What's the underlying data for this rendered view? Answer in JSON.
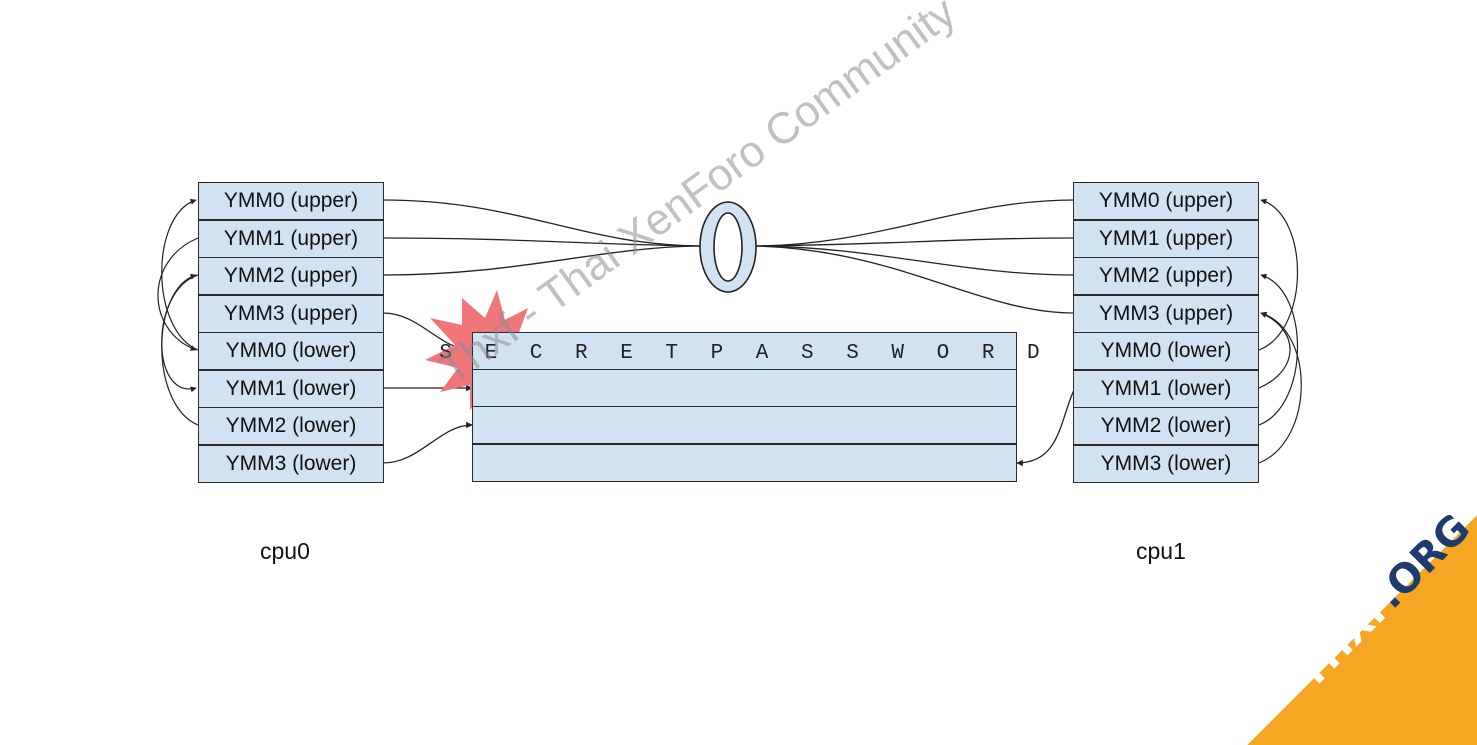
{
  "cpu0": {
    "label": "cpu0",
    "registers": [
      "YMM0 (upper)",
      "YMM1 (upper)",
      "YMM2 (upper)",
      "YMM3 (upper)",
      "YMM0 (lower)",
      "YMM1 (lower)",
      "YMM2 (lower)",
      "YMM3 (lower)"
    ]
  },
  "cpu1": {
    "label": "cpu1",
    "registers": [
      "YMM0 (upper)",
      "YMM1 (upper)",
      "YMM2 (upper)",
      "YMM3 (upper)",
      "YMM0 (lower)",
      "YMM1 (lower)",
      "YMM2 (lower)",
      "YMM3 (lower)"
    ]
  },
  "zero_node": {
    "label": "0"
  },
  "buffer": {
    "rows": [
      "S E C R E T P A S S W O R D",
      "",
      "",
      ""
    ]
  },
  "watermark": {
    "text": "Thxf - Thai XenForo Community"
  },
  "badge": {
    "text_main": "THXF",
    "text_accent": ".ORG"
  },
  "colors": {
    "register_fill": "#d1e2f3",
    "zero_fill": "#d1e2f3",
    "burst": "#f0767a",
    "badge": "#f6a623",
    "badge_accent": "#1d3b6f",
    "line": "#222222"
  }
}
